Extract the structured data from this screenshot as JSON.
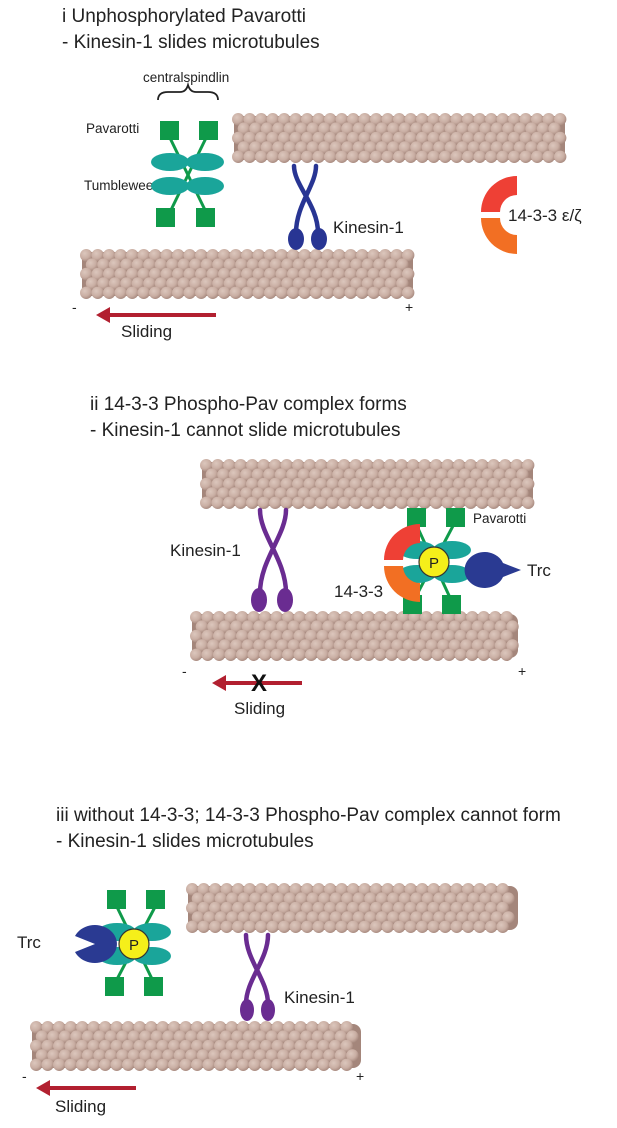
{
  "colors": {
    "tubulin_base": "#c9aea3",
    "tubulin_light": "#dcc7bd",
    "tubulin_dark": "#a4867b",
    "pavarotti": "#0f9a4a",
    "tumbleweed": "#1aa59a",
    "kinesin_blue": "#283593",
    "kinesin_purple": "#6a2c91",
    "arrow_red": "#b22030",
    "protein_1433_red": "#ee4035",
    "protein_1433_orange": "#f26f23",
    "phospho_yellow": "#f5ef1a",
    "trc_navy": "#2a3a92"
  },
  "panel_i": {
    "title": "i Unphosphorylated Pavarotti",
    "subtitle": "- Kinesin-1 slides microtubules",
    "centralspindlin_label": "centralspindlin",
    "pavarotti_label": "Pavarotti",
    "tumbleweed_label": "Tumbleweed",
    "kinesin_label": "Kinesin-1",
    "protein_1433_label": "14-3-3 ε/ζ",
    "minus_sign": "-",
    "plus_sign": "+",
    "sliding_label": "Sliding"
  },
  "panel_ii": {
    "title": "ii 14-3-3 Phospho-Pav complex forms",
    "subtitle": "- Kinesin-1 cannot slide microtubules",
    "kinesin_label": "Kinesin-1",
    "pavarotti_label": "Pavarotti",
    "protein_1433_label": "14-3-3",
    "phospho_label": "P",
    "trc_label": "Trc",
    "minus_sign": "-",
    "plus_sign": "+",
    "block_mark": "X",
    "sliding_label": "Sliding"
  },
  "panel_iii": {
    "title": "iii without 14-3-3; 14-3-3 Phospho-Pav complex cannot form",
    "subtitle": "- Kinesin-1 slides microtubules",
    "trc_label": "Trc",
    "phospho_label": "P",
    "kinesin_label": "Kinesin-1",
    "minus_sign": "-",
    "plus_sign": "+",
    "sliding_label": "Sliding"
  }
}
